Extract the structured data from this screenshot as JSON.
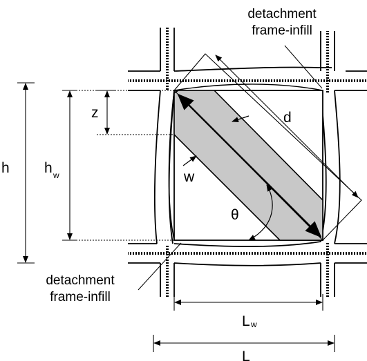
{
  "labels": {
    "detachment_top_line1": "detachment",
    "detachment_top_line2": "frame-infill",
    "detachment_bottom_line1": "detachment",
    "detachment_bottom_line2": "frame-infill",
    "z": "z",
    "d": "d",
    "h": "h",
    "h_w_main": "h",
    "h_w_sub": "w",
    "w": "w",
    "theta": "θ",
    "L_w_main": "L",
    "L_w_sub": "w",
    "L": "L"
  },
  "colors": {
    "strut_fill": "#c8c8c8",
    "line": "#000000",
    "background": "#ffffff"
  }
}
